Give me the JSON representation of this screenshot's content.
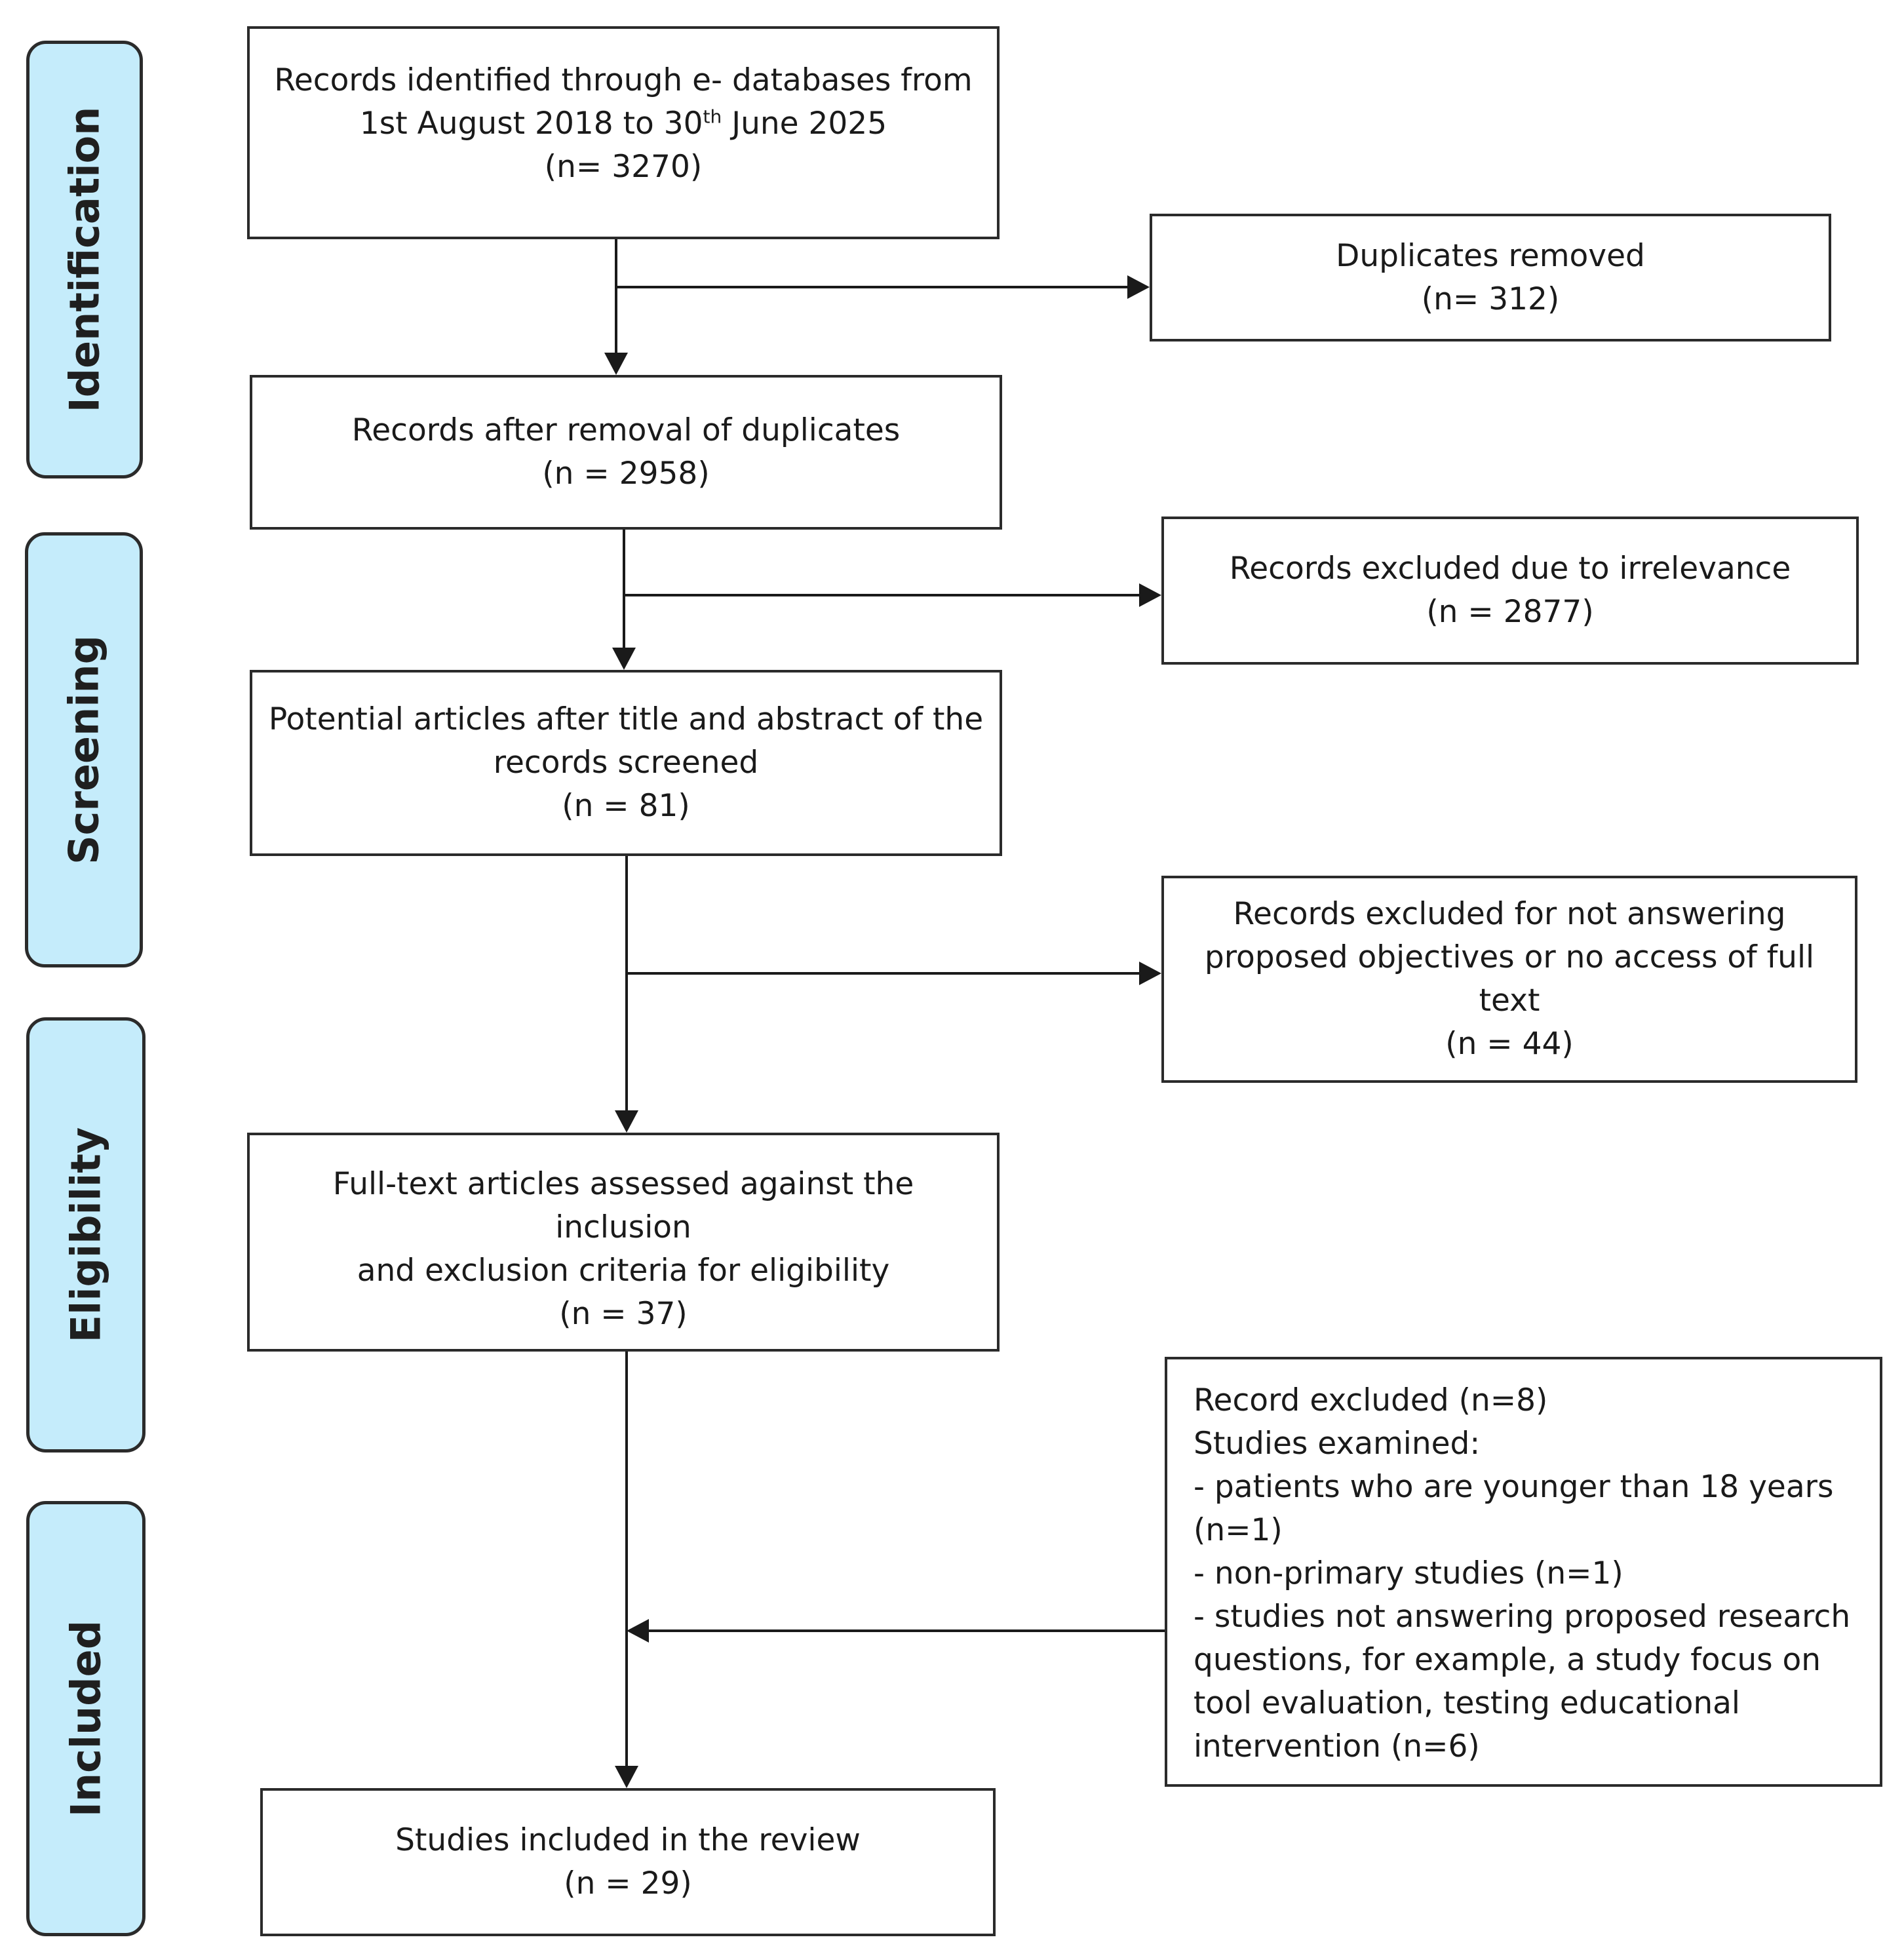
{
  "phases": {
    "identification": "Identification",
    "screening": "Screening",
    "eligibility": "Eligibility",
    "included": "Included"
  },
  "boxes": {
    "records_identified": {
      "line1": "Records identified through e- databases from",
      "line2_pre": "1st August 2018 to 30",
      "line2_sup": "th",
      "line2_post": " June 2025",
      "count": "(n= 3270)"
    },
    "duplicates_removed": {
      "title": "Duplicates removed",
      "count": "(n= 312)"
    },
    "after_duplicates": {
      "title": "Records after removal of duplicates",
      "count": "(n = 2958)"
    },
    "excluded_irrelevance": {
      "title": "Records excluded due to irrelevance",
      "count": "(n = 2877)"
    },
    "potential_articles": {
      "line1": "Potential articles after title and abstract of the",
      "line2": "records screened",
      "count": "(n = 81)"
    },
    "excluded_objectives": {
      "line1": "Records excluded for not answering",
      "line2": "proposed objectives or no access of full",
      "line3": "text",
      "count": "(n = 44)"
    },
    "fulltext_assessed": {
      "line1": "Full-text articles assessed against the inclusion",
      "line2": "and exclusion criteria for eligibility",
      "count": "(n = 37)"
    },
    "record_excluded": {
      "lines": [
        "Record excluded (n=8)",
        "Studies examined:",
        "- patients who are younger than 18 years",
        "(n=1)",
        "- non-primary studies (n=1)",
        "- studies not answering proposed research",
        "questions, for example, a study focus on",
        "tool evaluation, testing educational",
        "intervention (n=6)"
      ]
    },
    "studies_included": {
      "title": "Studies included in the review",
      "count": "(n = 29)"
    }
  }
}
